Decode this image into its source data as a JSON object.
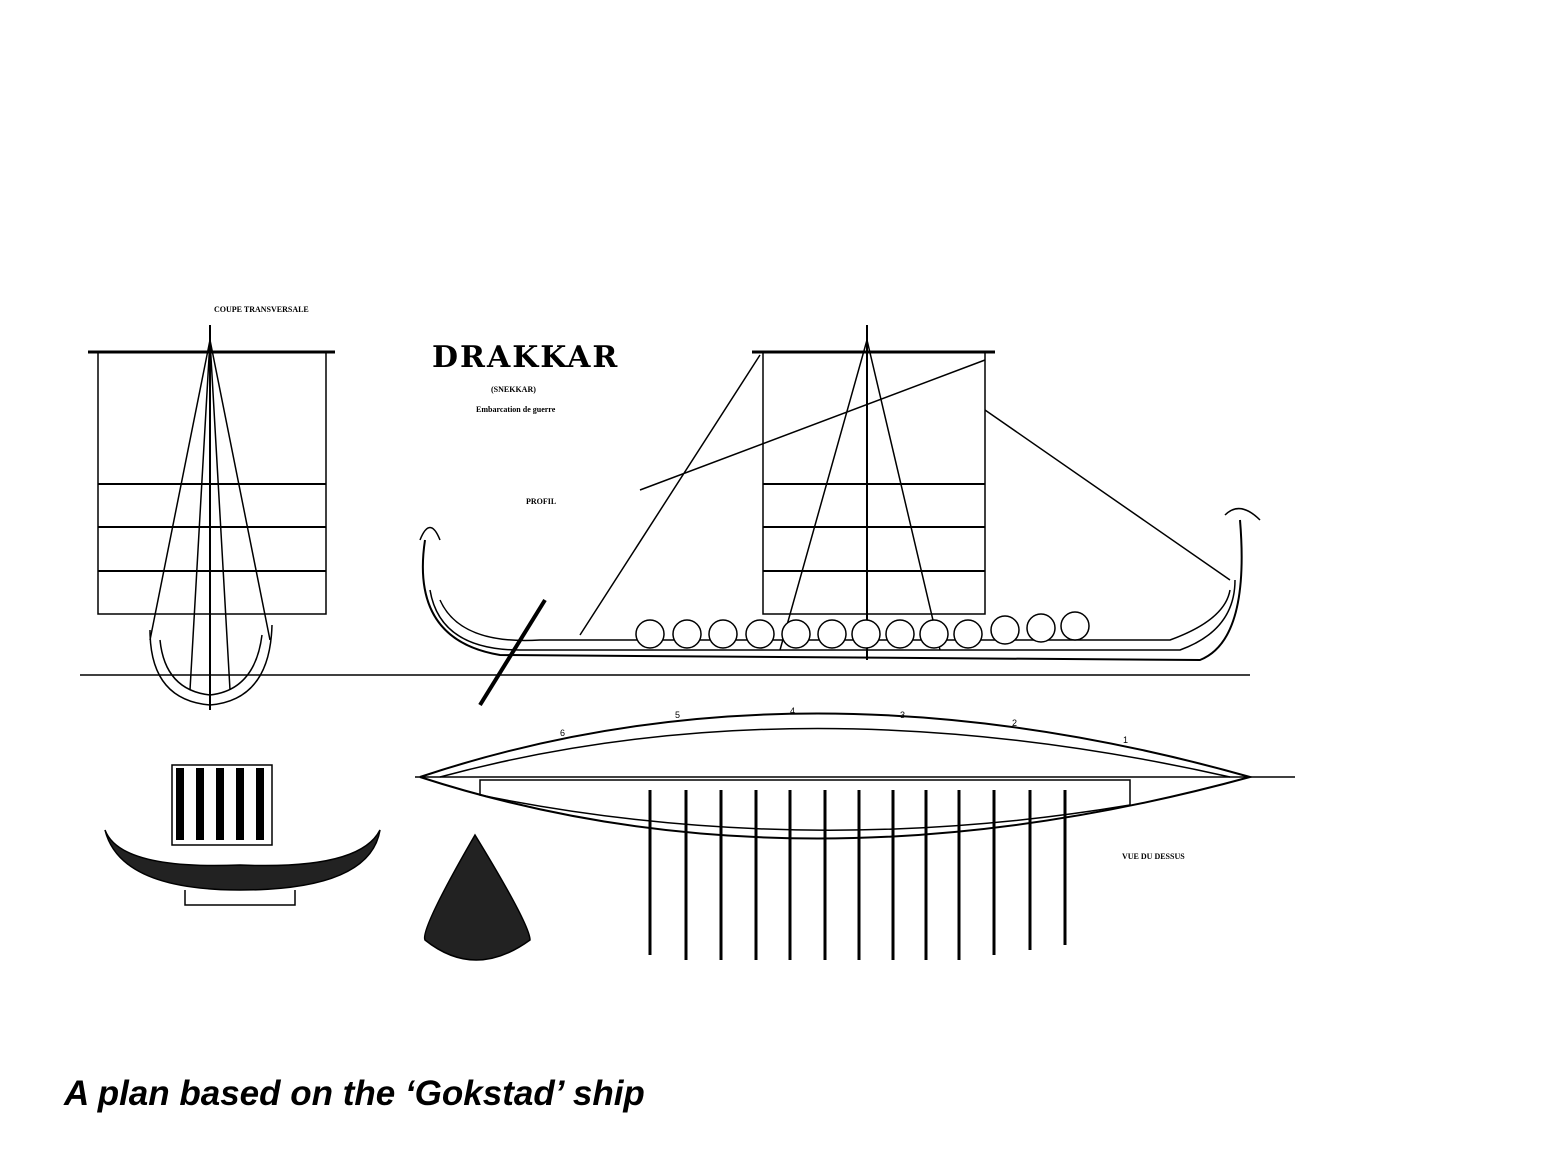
{
  "title": "DRAKKAR",
  "subtitle": "(SNEKKAR)",
  "type_line": "Embarcation de guerre",
  "views": {
    "profile": "PROFIL",
    "cross_section": "COUPE TRANSVERSALE",
    "top_view": "VUE DU DESSUS"
  },
  "station_numbers": [
    "6",
    "5",
    "4",
    "3",
    "2",
    "1"
  ],
  "caption": "A plan based on the ‘Gokstad’ ship"
}
